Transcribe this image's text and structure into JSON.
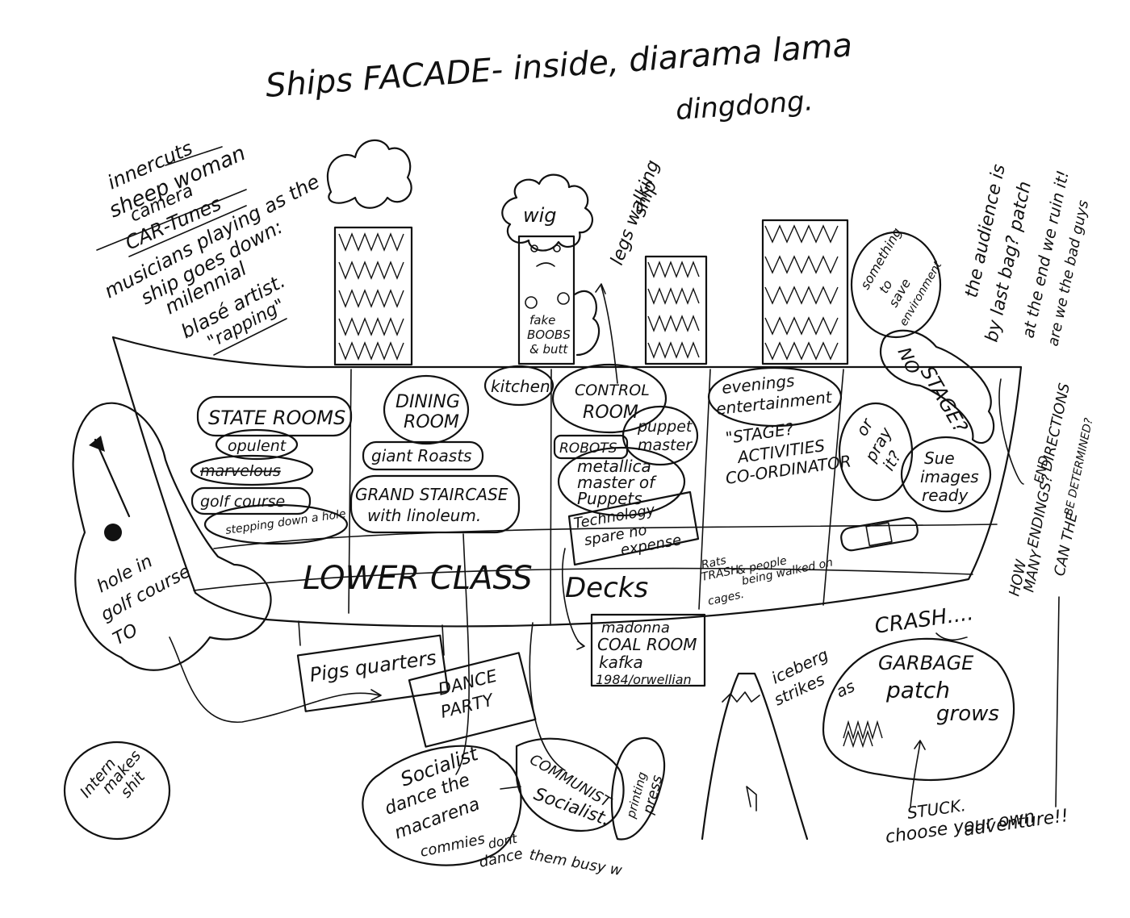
{
  "header": {
    "title_line1": "Ships FACADE- inside, diarama lama",
    "title_line2": "dingdong."
  },
  "notes_left": {
    "lines": [
      "innercuts",
      "sheep woman",
      "camera",
      "CAR-Tunes",
      "musicians playing as the",
      "ship goes down:",
      "milennial",
      "blasé artist.",
      "\"rapping\""
    ]
  },
  "notes_right": {
    "lines": [
      "the audience is",
      "by last bag? patch",
      "at the end we ruin it!",
      "are we the bad guys"
    ]
  },
  "top_figures": {
    "wig": "wig",
    "fake_boobs": [
      "fake",
      "BOOBS",
      "& butt"
    ],
    "legs": [
      "legs walking",
      "ship"
    ]
  },
  "rooms": {
    "state_rooms": "STATE ROOMS",
    "opulent": "opulent",
    "scribble": "marvelous",
    "golf_course": "golf course",
    "stepping_hole": "stepping down a hole",
    "dining_room": [
      "DINING",
      "ROOM"
    ],
    "giant_roasts": "giant Roasts",
    "grand_staircase": [
      "GRAND STAIRCASE",
      "with linoleum."
    ],
    "kitchen": "kitchen",
    "control_room": [
      "CONTROL",
      "ROOM"
    ],
    "robots": "ROBOTS",
    "puppet_master": [
      "puppet",
      "master"
    ],
    "metallica": [
      "metallica",
      "master of",
      "Puppets"
    ],
    "technology": [
      "Technology",
      "spare no",
      "expense"
    ],
    "evenings": [
      "evenings",
      "entertainment"
    ],
    "stage_activities": [
      "\"STAGE?",
      "ACTIVITIES",
      "CO-ORDINATOR"
    ],
    "or_pray": [
      "or",
      "pray",
      "it?"
    ],
    "sue_images": [
      "Sue",
      "images",
      "ready"
    ],
    "something_save": [
      "something",
      "to",
      "save",
      "environment"
    ],
    "no_stage": [
      "NO",
      "STAGE?"
    ],
    "how_many": [
      "HOW",
      "MANY",
      "ENDINGS?",
      "CAN THE",
      "END",
      "DIRECTIONS",
      "BE DETERMINED?"
    ]
  },
  "deck": {
    "lower_class": "LOWER CLASS",
    "decks": "Decks",
    "rats": [
      "Rats",
      "TRASH",
      "& people",
      "being walked on",
      "cages."
    ]
  },
  "bottom": {
    "hole_golf": [
      "hole in",
      "golf course",
      "TO"
    ],
    "pigs": "Pigs quarters",
    "dance_party": [
      "DANCE",
      "PARTY"
    ],
    "madonna": [
      "madonna",
      "COAL ROOM",
      "kafka",
      "1984/orwellian"
    ],
    "iceberg": [
      "iceberg",
      "strikes",
      "as"
    ],
    "crash": "CRASH....",
    "garbage": [
      "GARBAGE",
      "patch",
      "grows"
    ],
    "stuck": [
      "STUCK.",
      "choose your own",
      "adventure!!"
    ],
    "intern": [
      "Intern",
      "makes",
      "shit"
    ],
    "socialist": [
      "Socialist",
      "dance the",
      "macarena"
    ],
    "commies": [
      "commies",
      "dont",
      "dance"
    ],
    "communist": [
      "COMMUNIST",
      "Socialist."
    ],
    "printing": [
      "printing",
      "press"
    ],
    "them_busy": "them busy w"
  }
}
